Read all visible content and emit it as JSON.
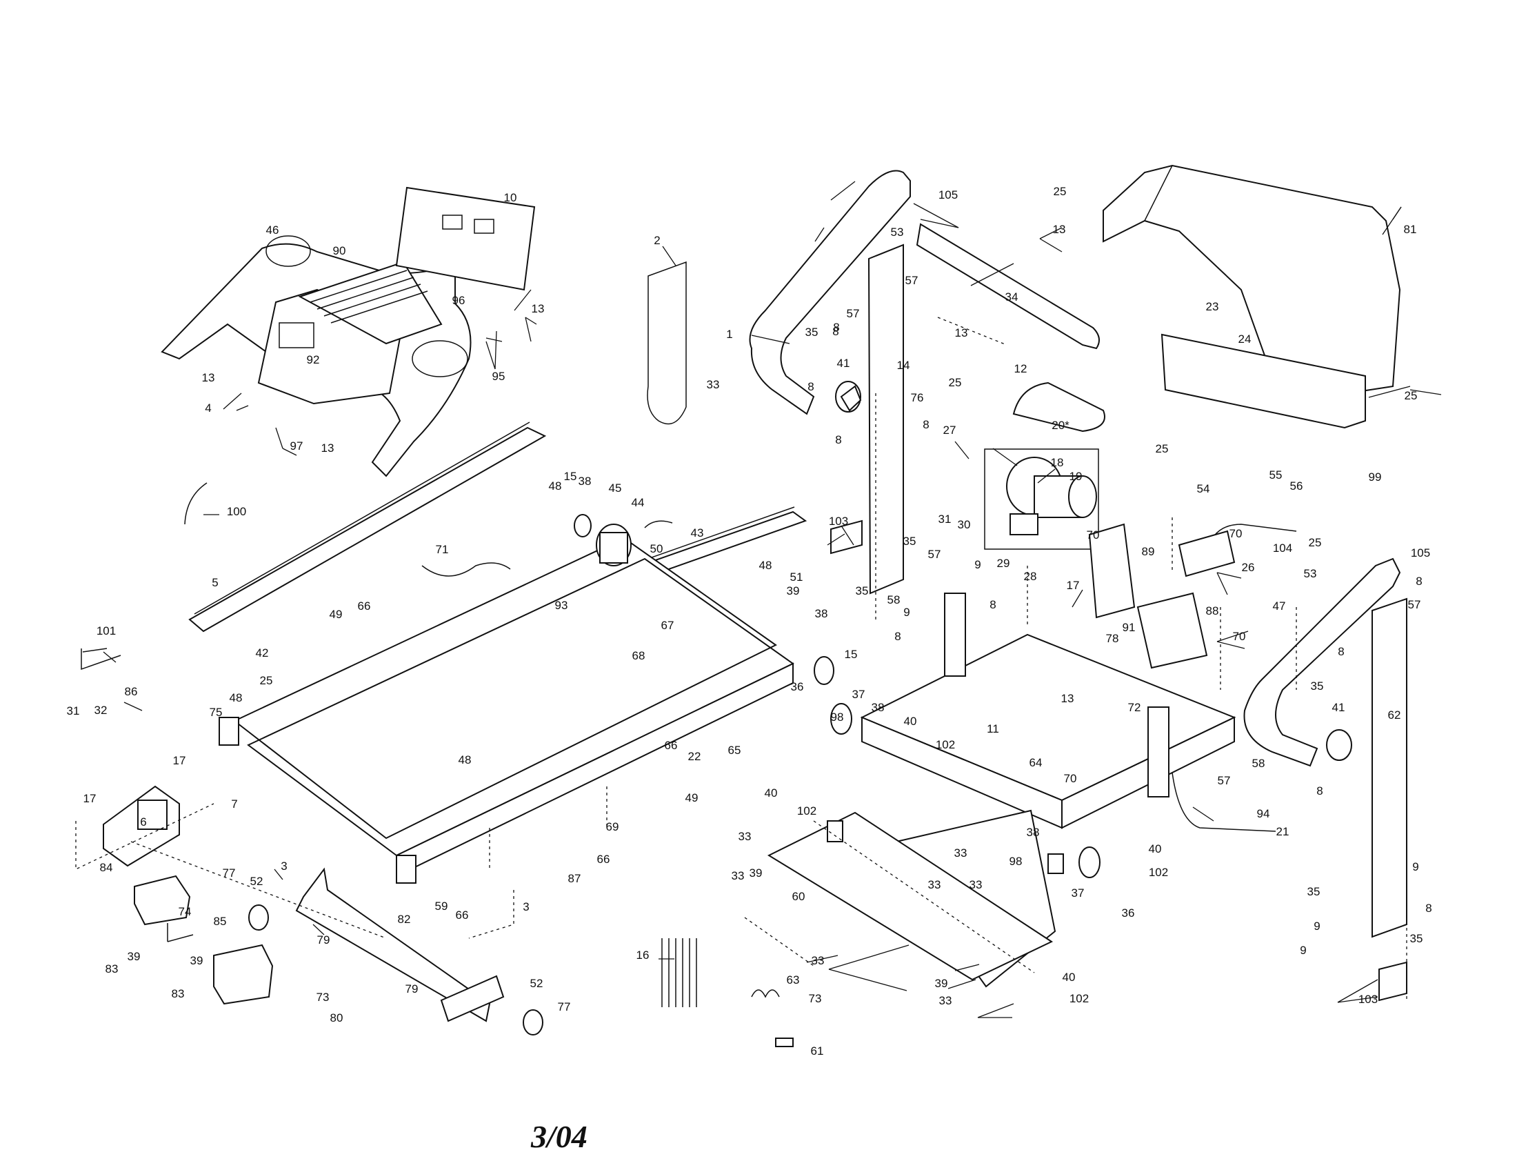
{
  "date_stamp": "3/04",
  "callouts": [
    "1",
    "2",
    "3",
    "4",
    "5",
    "6",
    "7",
    "8",
    "9",
    "10",
    "11",
    "12",
    "13",
    "14",
    "15",
    "16",
    "17",
    "18",
    "19",
    "20*",
    "21",
    "22",
    "23",
    "24",
    "25",
    "26",
    "27",
    "28",
    "29",
    "30",
    "31",
    "32",
    "33",
    "34",
    "35",
    "36",
    "37",
    "38",
    "39",
    "40",
    "41",
    "42",
    "43",
    "44",
    "45",
    "46",
    "47",
    "48",
    "49",
    "50",
    "51",
    "52",
    "53",
    "54",
    "55",
    "56",
    "57",
    "58",
    "59",
    "60",
    "61",
    "62",
    "63",
    "64",
    "65",
    "66",
    "67",
    "68",
    "69",
    "70",
    "71",
    "72",
    "73",
    "74",
    "75",
    "76",
    "77",
    "78",
    "79",
    "80",
    "81",
    "82",
    "83",
    "84",
    "85",
    "86",
    "87",
    "88",
    "89",
    "90",
    "91",
    "92",
    "93",
    "94",
    "95",
    "96",
    "97",
    "98",
    "99",
    "100",
    "101",
    "102",
    "103",
    "104",
    "105"
  ]
}
